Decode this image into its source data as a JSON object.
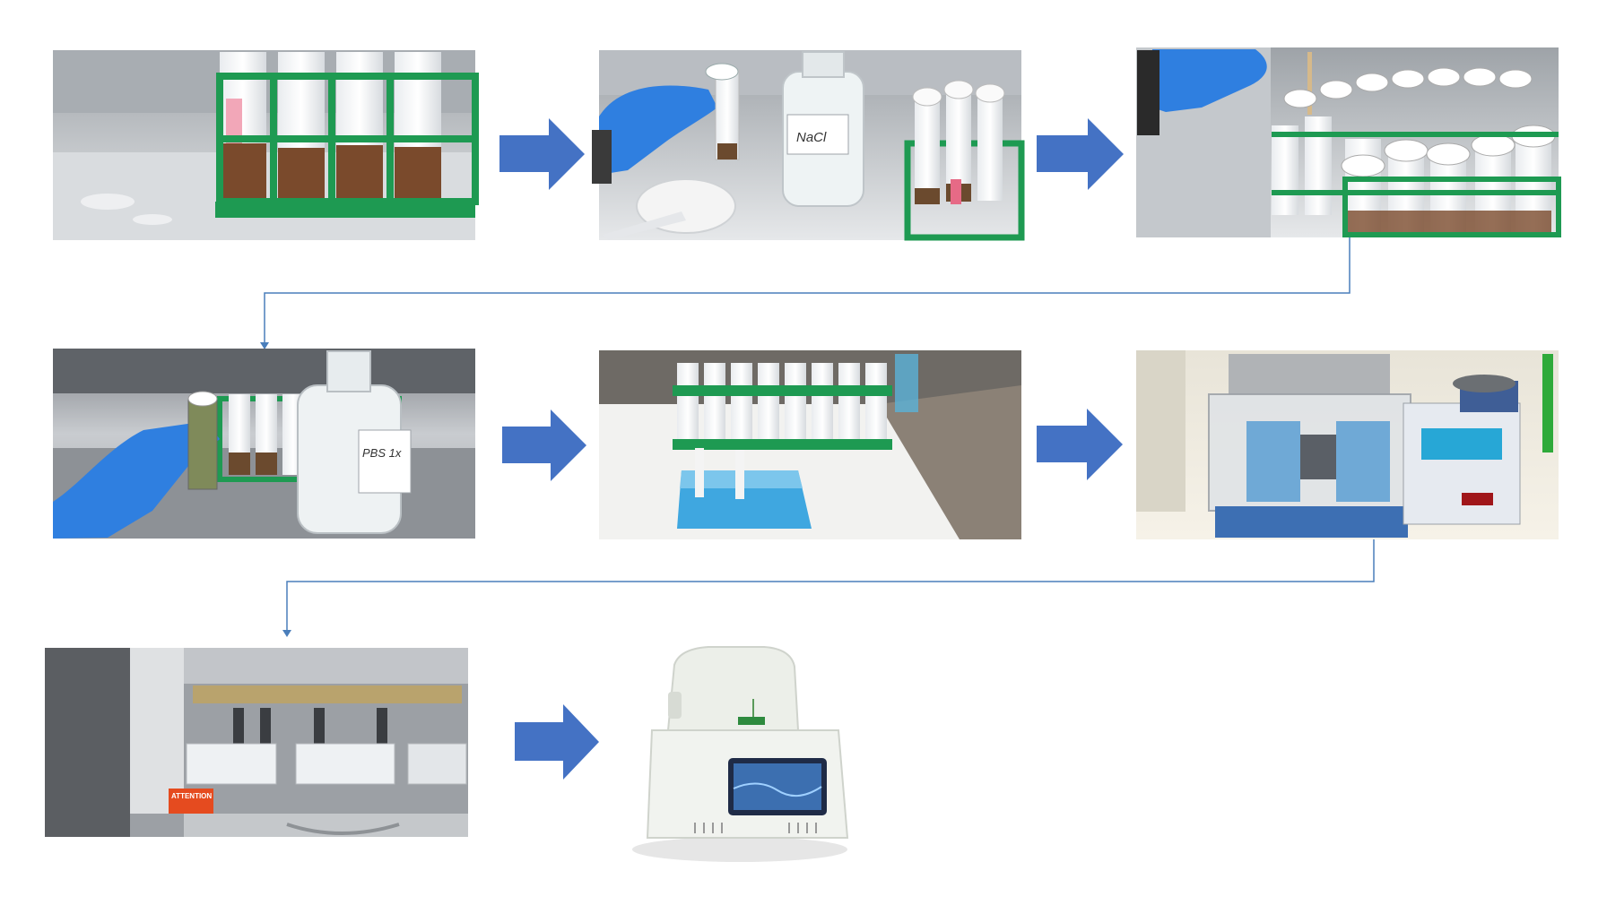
{
  "steps": [
    {
      "id": "step-1-sample-tubes",
      "icon": "sample-tubes-in-rack-photo",
      "text_in_photo": ""
    },
    {
      "id": "step-2-nacl-addition",
      "icon": "hand-holding-tube-nacl-bottle-photo",
      "text_in_photo": "NaCl"
    },
    {
      "id": "step-3-tube-handling",
      "icon": "hand-opening-tubes-photo",
      "text_in_photo": ""
    },
    {
      "id": "step-4-pbs-addition",
      "icon": "hand-holding-tube-pbs-bottle-photo",
      "text_in_photo": "PBS 1x"
    },
    {
      "id": "step-5-tube-transfer",
      "icon": "tube-racks-on-bench-photo",
      "text_in_photo": ""
    },
    {
      "id": "step-6-homogenizer",
      "icon": "bead-homogenizer-and-heat-block-photo",
      "text_in_photo": ""
    },
    {
      "id": "step-7-extraction-robot",
      "icon": "automated-extraction-instrument-photo",
      "text_in_photo": "ATTENTION"
    },
    {
      "id": "step-8-qpcr-instrument",
      "icon": "qpcr-thermocycler-photo",
      "text_in_photo": ""
    }
  ],
  "colors": {
    "arrow": "#4472C4",
    "connector": "#4A7EBB",
    "rack_green": "#1E9A52",
    "glove_blue": "#2F7FE0",
    "steel": "#C8CCD1"
  }
}
